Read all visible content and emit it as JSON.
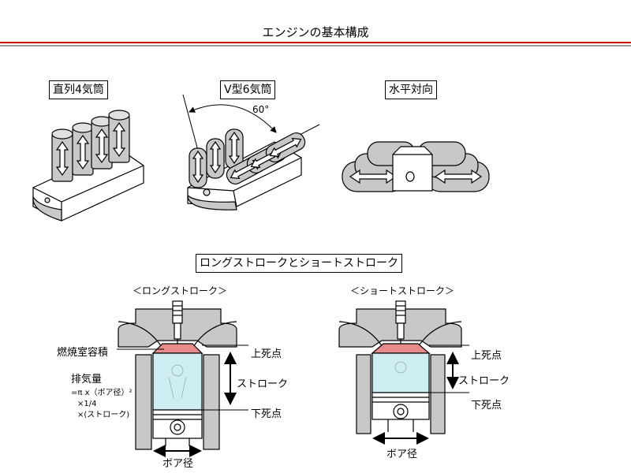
{
  "title": "エンジンの基本構成",
  "layouts": {
    "inline4": "直列4気筒",
    "v6": "V型6気筒",
    "v6_angle": "60°",
    "flat": "水平対向"
  },
  "stroke_section": {
    "heading": "ロングストロークとショートストローク",
    "long": {
      "title": "＜ロングストローク＞",
      "combustion_chamber": "燃焼室容積",
      "displacement": "排気量",
      "formula_1": "=π x（ボア径）²",
      "formula_2": "×1/4",
      "formula_3": "×(ストローク)",
      "tdc": "上死点",
      "stroke": "ストローク",
      "bdc": "下死点",
      "bore": "ボア径"
    },
    "short": {
      "title": "＜ショートストローク＞",
      "tdc": "上死点",
      "stroke": "ストローク",
      "bdc": "下死点",
      "bore": "ボア径"
    }
  },
  "colors": {
    "accent_red": "#cc0000",
    "cylinder_fill": "#cfeef4",
    "chamber_fill": "#e88a8a",
    "body_gray": "#c8c8c8"
  }
}
